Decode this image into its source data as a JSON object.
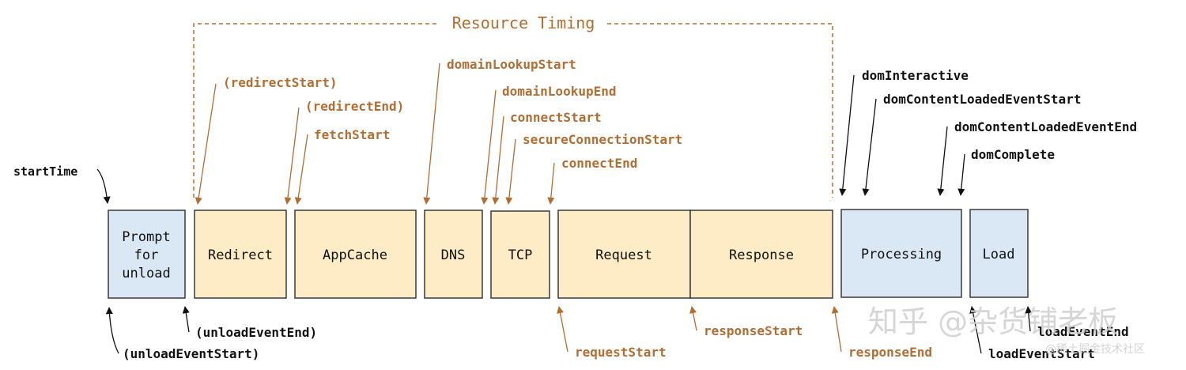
{
  "colors": {
    "brown": "#b26d32",
    "black": "#111111",
    "blue_fill": "#dae8f5",
    "orange_fill": "#fdecc5",
    "box_stroke": "#3a3a3a",
    "watermark": "#c8c8c8"
  },
  "resource_timing_title": "Resource Timing",
  "boxes": {
    "prompt": [
      "Prompt",
      "for",
      "unload"
    ],
    "redirect": "Redirect",
    "appcache": "AppCache",
    "dns": "DNS",
    "tcp": "TCP",
    "request": "Request",
    "response": "Response",
    "processing": "Processing",
    "load": "Load"
  },
  "labels": {
    "startTime": "startTime",
    "redirectStart": "(redirectStart)",
    "redirectEnd": "(redirectEnd)",
    "fetchStart": "fetchStart",
    "domainLookupStart": "domainLookupStart",
    "domainLookupEnd": "domainLookupEnd",
    "connectStart": "connectStart",
    "secureConnectionStart": "secureConnectionStart",
    "connectEnd": "connectEnd",
    "domInteractive": "domInteractive",
    "domContentLoadedEventStart": "domContentLoadedEventStart",
    "domContentLoadedEventEnd": "domContentLoadedEventEnd",
    "domComplete": "domComplete",
    "unloadEventEnd": "(unloadEventEnd)",
    "unloadEventStart": "(unloadEventStart)",
    "requestStart": "requestStart",
    "responseStart": "responseStart",
    "responseEnd": "responseEnd",
    "loadEventEnd": "loadEventEnd",
    "loadEventStart": "loadEventStart"
  },
  "watermark": {
    "main": "知乎 @杂货铺老板",
    "sub": "@稀土掘金技术社区"
  }
}
